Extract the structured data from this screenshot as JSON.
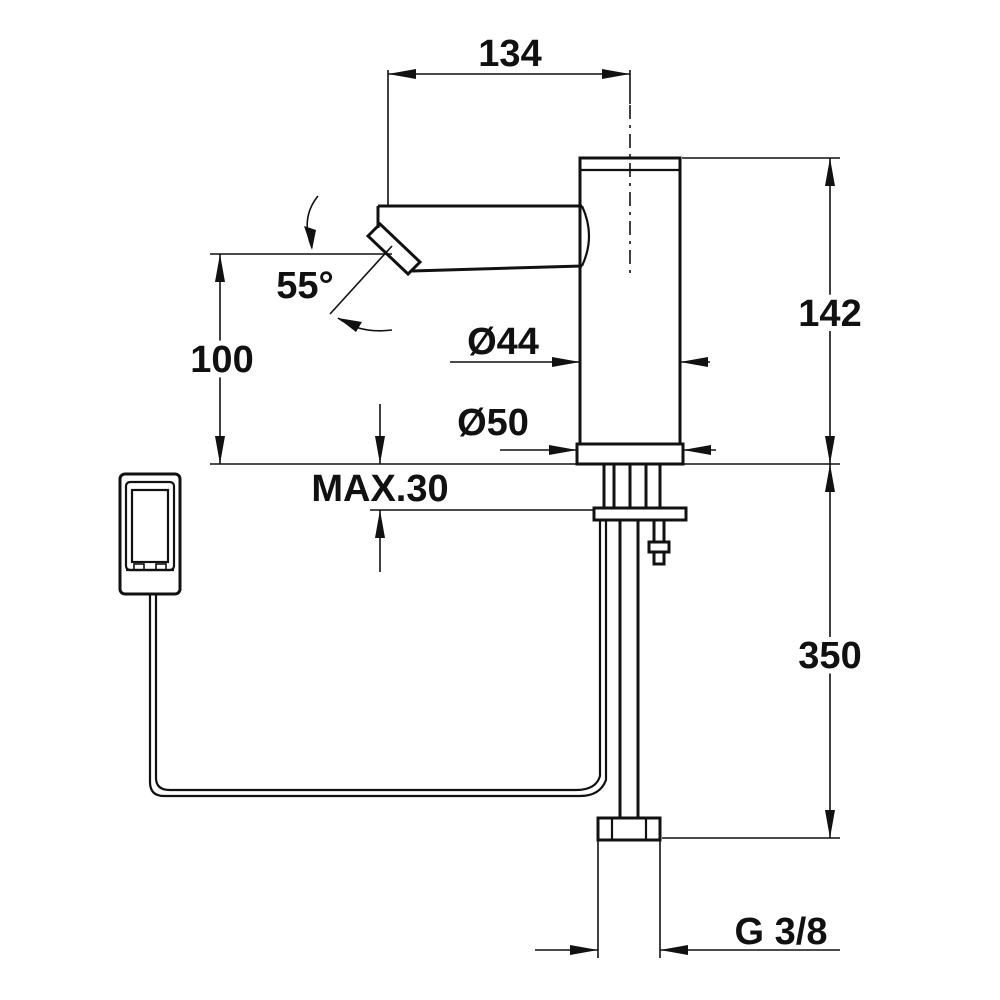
{
  "dimensions": {
    "spout_reach": "134",
    "body_height": "142",
    "spout_clearance": "100",
    "spray_angle": "55°",
    "body_diameter": "Ø44",
    "base_diameter": "Ø50",
    "max_counter_thickness": "MAX.30",
    "below_counter_length": "350",
    "connection_thread": "G 3/8"
  }
}
